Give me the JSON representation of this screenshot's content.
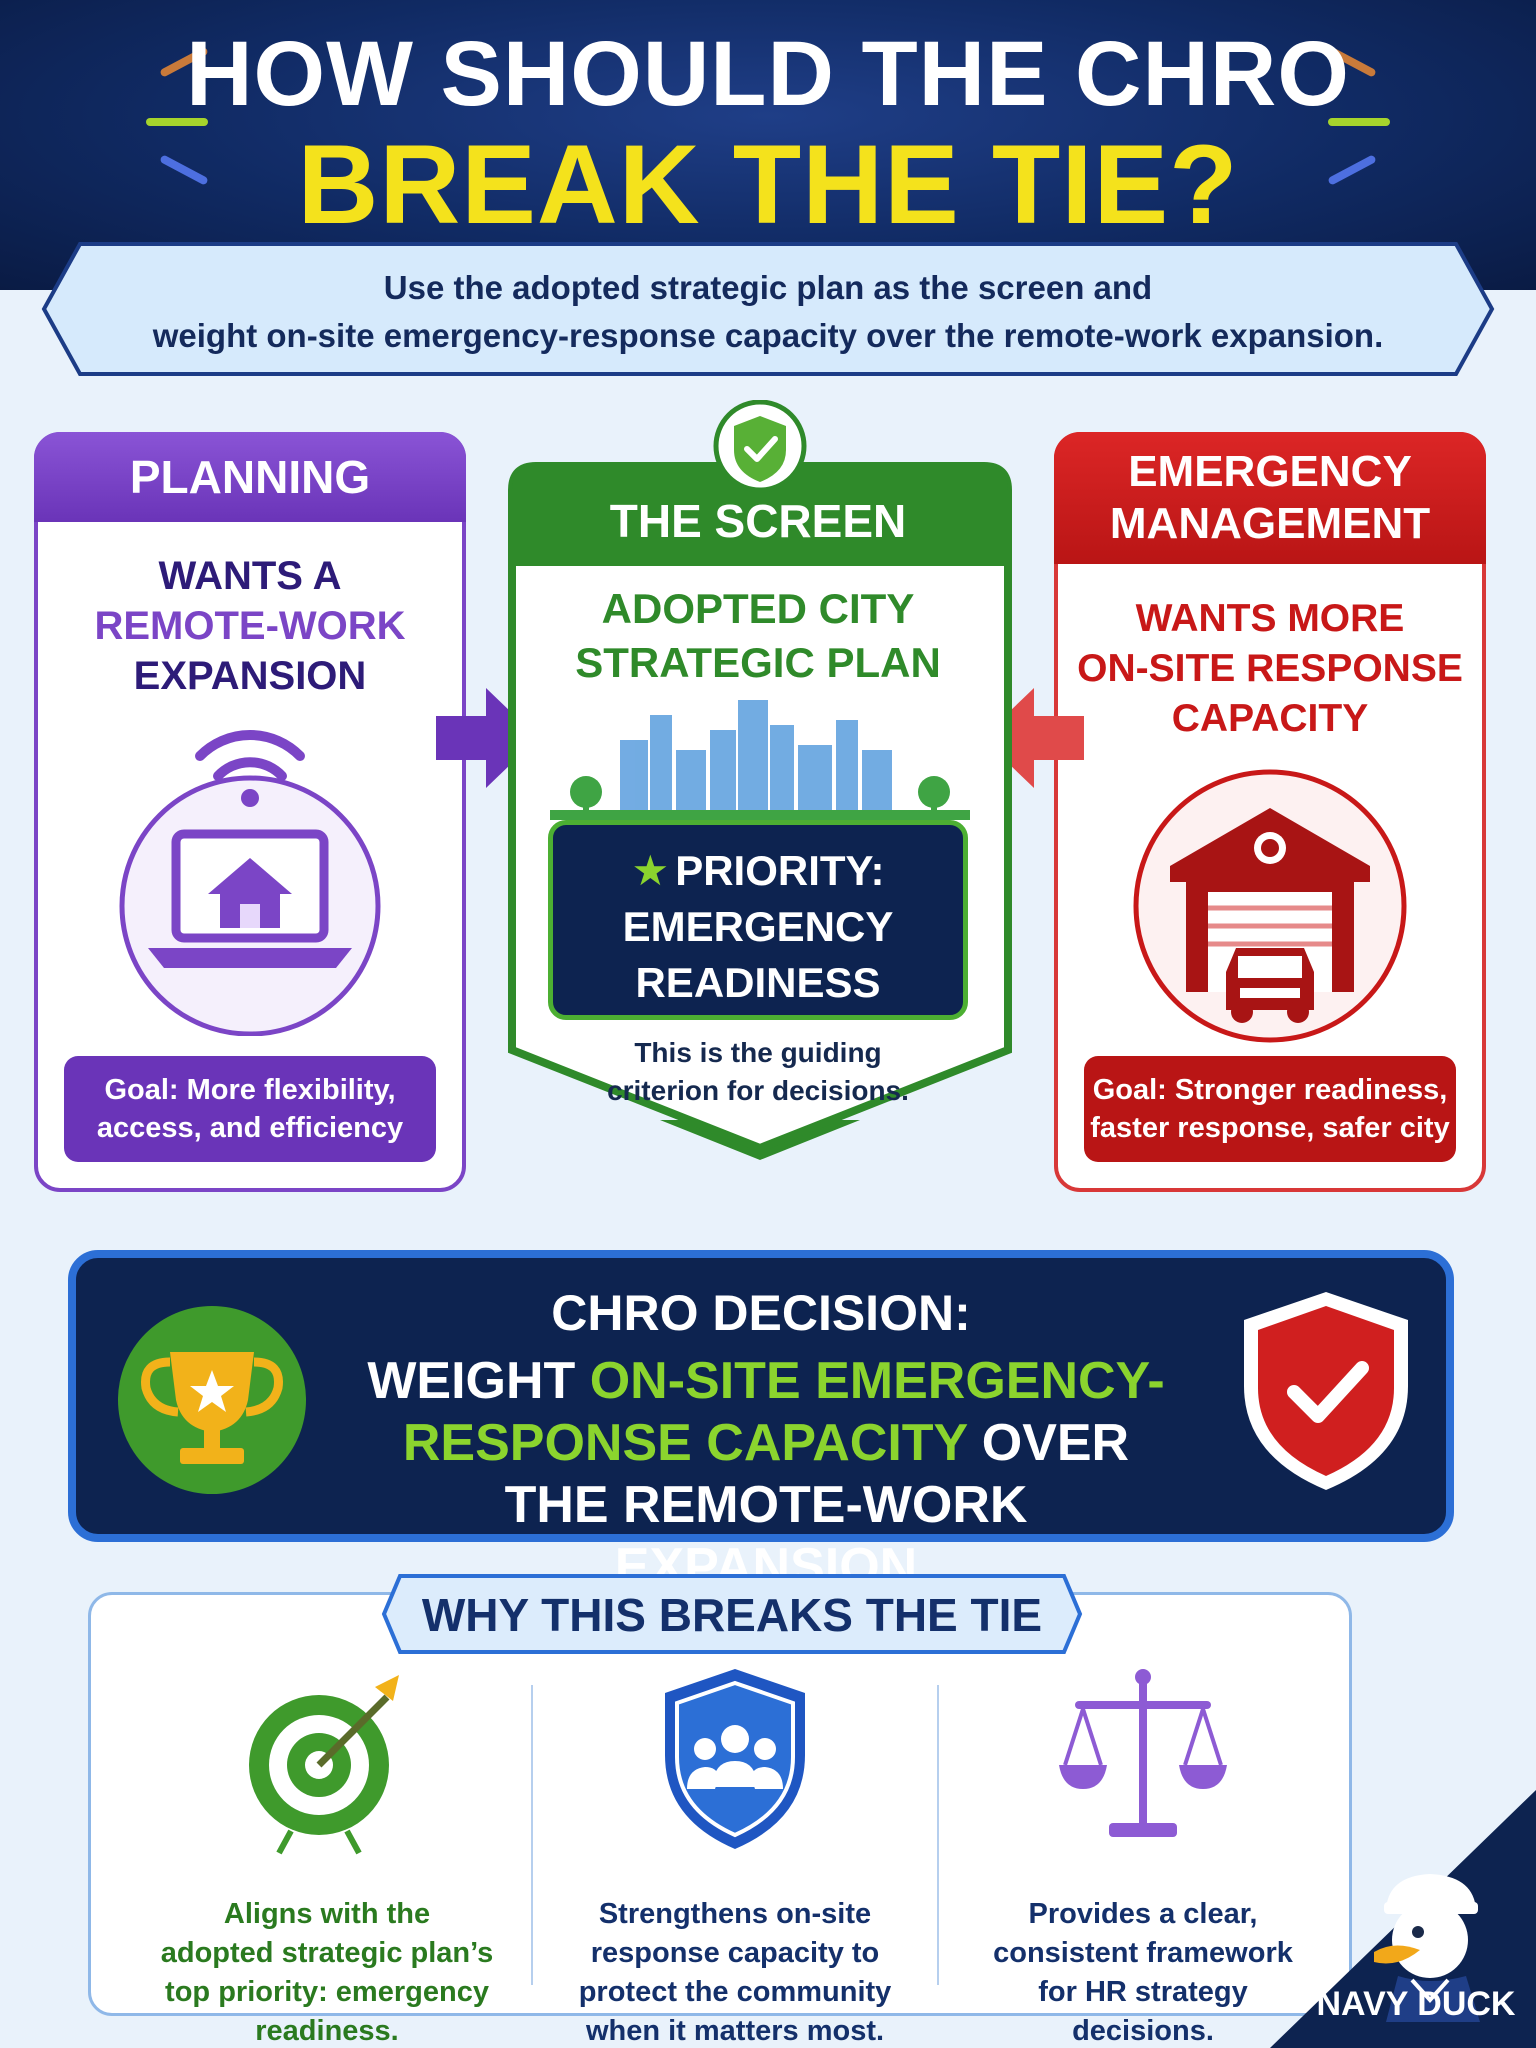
{
  "header": {
    "title_line1": "HOW SHOULD THE CHRO",
    "title_line2": "BREAK THE TIE?"
  },
  "banner": {
    "line1": "Use the adopted strategic plan as the screen and",
    "line2": "weight on-site emergency-response capacity over the remote-work expansion."
  },
  "planning": {
    "heading": "PLANNING",
    "want_line1": "WANTS A",
    "want_line2": "REMOTE-WORK",
    "want_line3": "EXPANSION",
    "icon": "laptop-home-wifi-icon",
    "goal_line1": "Goal: More flexibility,",
    "goal_line2": "access, and efficiency"
  },
  "screen": {
    "heading": "THE SCREEN",
    "plan_line1": "ADOPTED CITY",
    "plan_line2": "STRATEGIC PLAN",
    "priority_line1": "PRIORITY:",
    "priority_line2": "EMERGENCY",
    "priority_line3": "READINESS",
    "note_line1": "This is the guiding",
    "note_line2": "criterion for decisions."
  },
  "emergency": {
    "heading_line1": "EMERGENCY",
    "heading_line2": "MANAGEMENT",
    "want_line1": "WANTS MORE",
    "want_line2": "ON-SITE RESPONSE",
    "want_line3": "CAPACITY",
    "icon": "fire-station-truck-icon",
    "goal_line1": "Goal: Stronger readiness,",
    "goal_line2": "faster response, safer city"
  },
  "decision": {
    "title": "CHRO DECISION:",
    "part1": "WEIGHT ",
    "part2": "ON-SITE EMERGENCY-",
    "part3": "RESPONSE CAPACITY",
    "part4": " OVER",
    "part5": "THE REMOTE-WORK EXPANSION"
  },
  "why": {
    "title": "WHY THIS BREAKS THE TIE",
    "items": [
      {
        "icon": "target-arrow-icon",
        "line1": "Aligns with the",
        "line2": "adopted strategic plan’s",
        "line3": "top priority: emergency",
        "line4": "readiness."
      },
      {
        "icon": "community-shield-icon",
        "line1": "Strengthens on-site",
        "line2": "response capacity to",
        "line3": "protect the community",
        "line4": "when it matters most."
      },
      {
        "icon": "balance-scale-icon",
        "line1": "Provides a clear,",
        "line2": "consistent framework",
        "line3": "for HR strategy",
        "line4": "decisions."
      }
    ]
  },
  "brand": {
    "name": "NAVY DUCK"
  },
  "colors": {
    "navy": "#0d2350",
    "yellow": "#f4e21c",
    "purple": "#7b45c6",
    "green": "#2f8a2a",
    "red": "#c81818",
    "blue": "#2c6fd6"
  }
}
